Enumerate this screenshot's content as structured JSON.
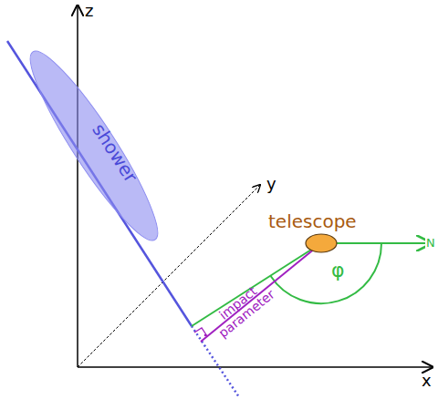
{
  "diagram": {
    "nodes": [
      {
        "text": [
          "shower"
        ]
      },
      {
        "text": [
          "telescope"
        ]
      }
    ],
    "labels": [
      "z",
      "y",
      "x",
      "N",
      "φ",
      "impact parameter"
    ]
  }
}
